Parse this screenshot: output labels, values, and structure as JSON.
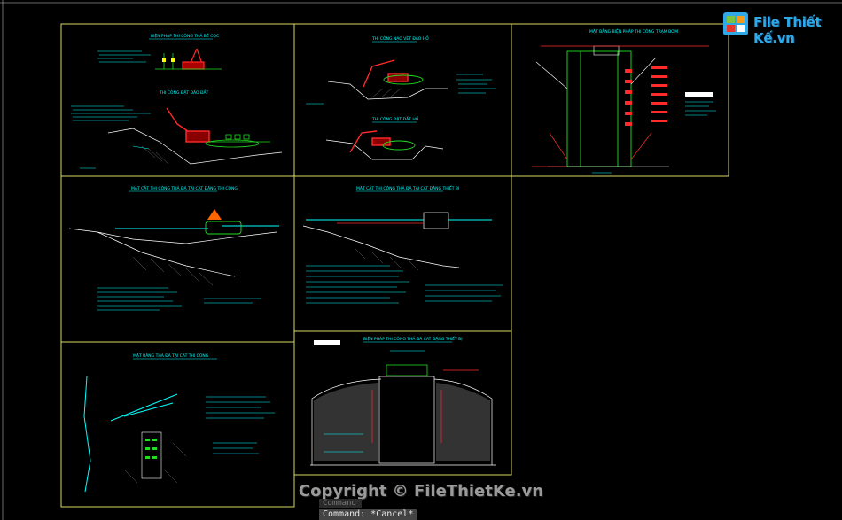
{
  "logo": {
    "text": "File Thiết Kế.vn",
    "icon": "logo-icon",
    "colors": {
      "blue": "#2fa8e8",
      "green": "#7ec242",
      "orange": "#f39a1c",
      "red": "#e7352c"
    }
  },
  "watermark": "Copyright © FileThietKe.vn",
  "command_line": {
    "history": "Command",
    "current": "Command: *Cancel*"
  },
  "colors": {
    "background": "#000000",
    "sheet_border": "#d8d860",
    "frame_line": "#8a8a8a",
    "cyan": "#00ffff",
    "red": "#ff2a2a",
    "green": "#22dd22",
    "yellow": "#ffff00",
    "white": "#ffffff"
  },
  "sheets": [
    {
      "id": "sheet-1",
      "titles": [
        "BIỆN PHÁP THI CÔNG THẢ BÊ CỌC",
        "THI CÔNG ĐẶT ĐÀO ĐẤT"
      ]
    },
    {
      "id": "sheet-2",
      "titles": [
        "THI CÔNG NẠO VÉT ĐÀO HỐ",
        "THI CÔNG ĐẶT ĐẤT HỐ"
      ]
    },
    {
      "id": "sheet-3",
      "titles": [
        "MẶT BẰNG BIỆN PHÁP THI CÔNG TRẠM BƠM"
      ]
    },
    {
      "id": "sheet-4",
      "titles": [
        "MẶT CẮT THI CÔNG THẢ ĐÁ TẠI CAT ĐẶNG THI CÔNG"
      ]
    },
    {
      "id": "sheet-5",
      "titles": [
        "MẶT CẮT THI CÔNG THẢ ĐÁ TẠI CAT ĐẶNG THIẾT BỊ"
      ]
    },
    {
      "id": "sheet-6",
      "titles": [
        "MẶT BẰNG THẢ ĐÁ TẠI CAT THI CÔNG"
      ]
    },
    {
      "id": "sheet-7",
      "titles": [
        "BIỆN PHÁP THI CÔNG THẢ ĐÁ CAT ĐẶNG THIẾT BỊ"
      ]
    }
  ]
}
